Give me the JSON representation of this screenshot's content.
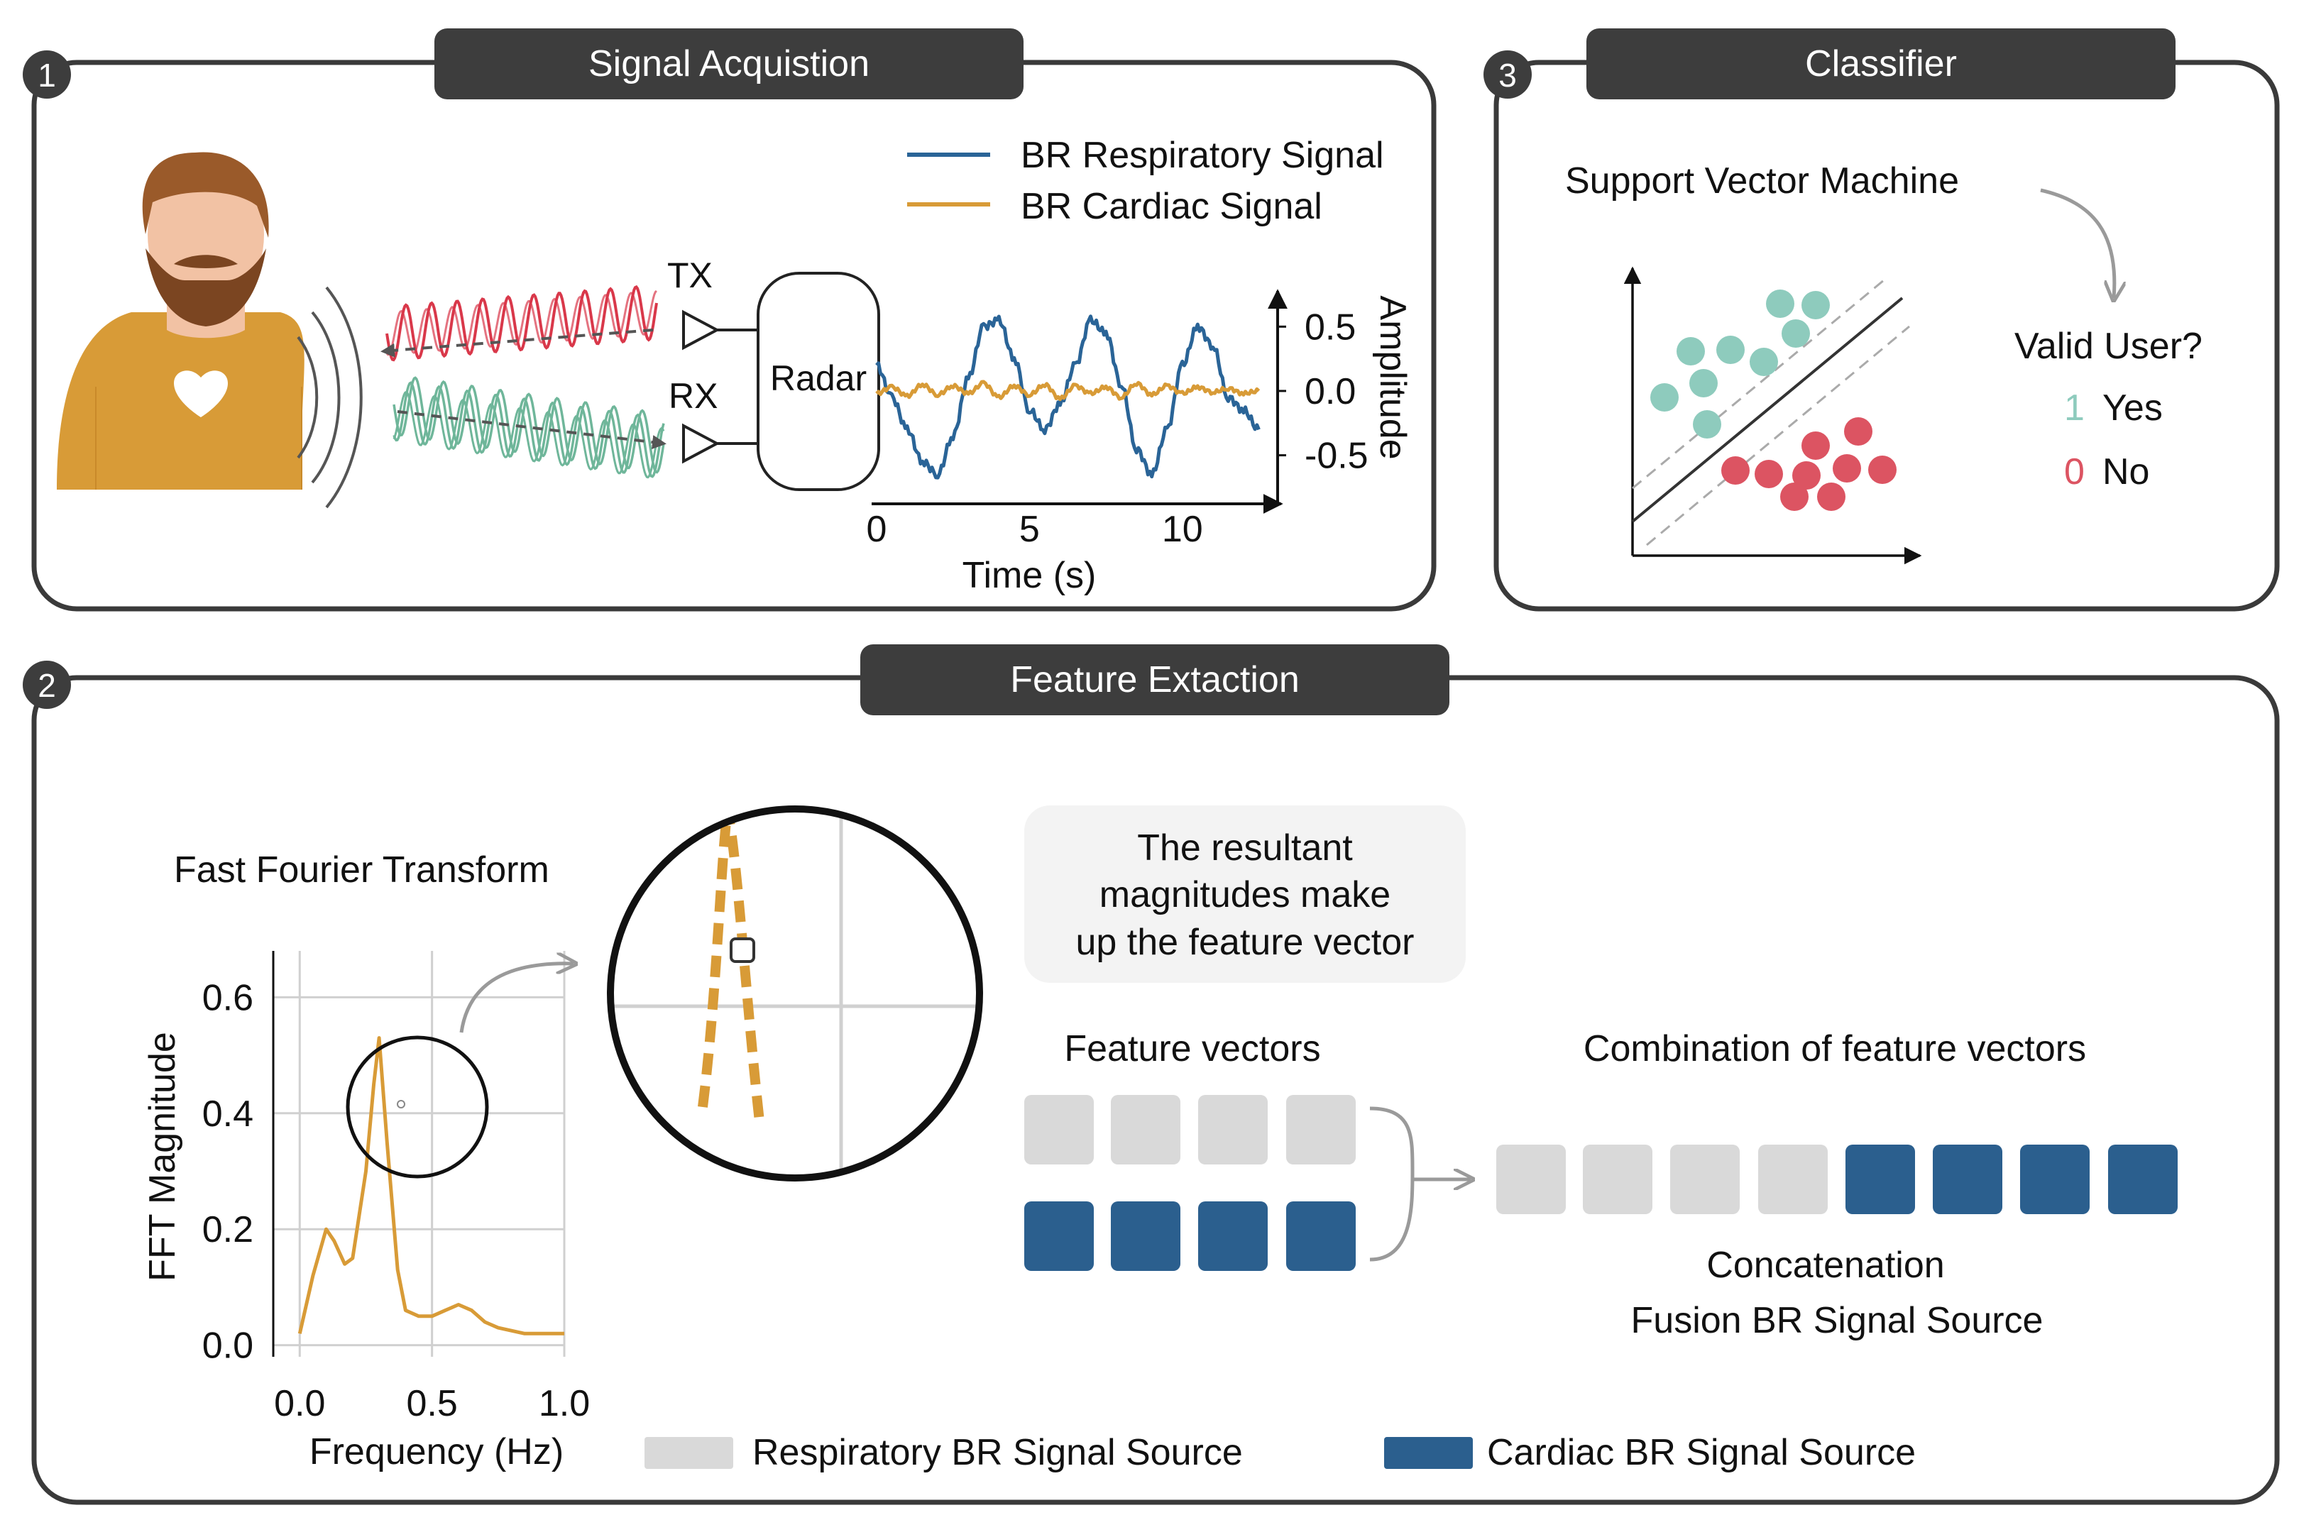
{
  "panels": {
    "acquisition": {
      "number": "1",
      "title": "Signal Acquistion"
    },
    "classifier": {
      "number": "3",
      "title": "Classifier"
    },
    "extraction": {
      "number": "2",
      "title": "Feature Extaction"
    }
  },
  "acquisition": {
    "tx_label": "TX",
    "rx_label": "RX",
    "radar_label": "Radar",
    "legend": {
      "respiratory": "BR Respiratory Signal",
      "cardiac": "BR Cardiac Signal"
    }
  },
  "classifier": {
    "title": "Support Vector Machine",
    "question": "Valid User?",
    "yes_value": "1",
    "yes_label": "Yes",
    "no_value": "0",
    "no_label": "No"
  },
  "extraction": {
    "fft_title": "Fast Fourier Transform",
    "info_line1": "The resultant",
    "info_line2": "magnitudes make",
    "info_line3": "up the feature vector",
    "feature_vectors_label": "Feature vectors",
    "combination_label": "Combination of feature vectors",
    "concat_line1": "Concatenation",
    "concat_line2": "Fusion BR Signal Source",
    "legend_resp": "Respiratory BR Signal Source",
    "legend_card": "Cardiac BR Signal Source"
  },
  "colors": {
    "respiratory": "#2a6497",
    "cardiac": "#d89b37",
    "feature_gray": "#d9d9d9",
    "feature_blue": "#2b5f8e",
    "class_teal": "#8ecbbd",
    "class_red": "#dc5462",
    "header_bg": "#3d3d3d",
    "tx_wave": "#d9384a",
    "rx_wave": "#6fb69a"
  },
  "chart_data": [
    {
      "type": "line",
      "xlabel": "Time (s)",
      "ylabel": "Amplitude",
      "xlim": [
        0,
        13
      ],
      "ylim": [
        -0.85,
        0.75
      ],
      "xticks": [
        0,
        5,
        10
      ],
      "yticks": [
        0.5,
        0.0,
        -0.5
      ],
      "series": [
        {
          "name": "BR Respiratory Signal",
          "x": [
            0,
            0.5,
            1,
            1.5,
            2,
            2.5,
            3,
            3.5,
            4,
            4.5,
            5,
            5.5,
            6,
            6.5,
            7,
            7.5,
            8,
            8.5,
            9,
            9.5,
            10,
            10.5,
            11,
            11.5,
            12,
            12.5
          ],
          "values": [
            0.2,
            -0.05,
            -0.3,
            -0.55,
            -0.65,
            -0.35,
            0.1,
            0.5,
            0.55,
            0.25,
            -0.15,
            -0.3,
            -0.1,
            0.2,
            0.55,
            0.45,
            0.05,
            -0.45,
            -0.65,
            -0.3,
            0.2,
            0.5,
            0.35,
            -0.05,
            -0.15,
            -0.3
          ]
        },
        {
          "name": "BR Cardiac Signal",
          "x": [
            0,
            0.5,
            1,
            1.5,
            2,
            2.5,
            3,
            3.5,
            4,
            4.5,
            5,
            5.5,
            6,
            6.5,
            7,
            7.5,
            8,
            8.5,
            9,
            9.5,
            10,
            10.5,
            11,
            11.5,
            12,
            12.5
          ],
          "values": [
            -0.02,
            0.03,
            -0.04,
            0.05,
            -0.03,
            0.04,
            -0.02,
            0.06,
            -0.05,
            0.04,
            -0.03,
            0.05,
            -0.06,
            0.04,
            -0.02,
            0.03,
            -0.05,
            0.06,
            -0.03,
            0.04,
            -0.02,
            0.03,
            -0.01,
            0.02,
            -0.02,
            0.0
          ]
        }
      ]
    },
    {
      "type": "line",
      "xlabel": "Frequency (Hz)",
      "ylabel": "FFT Magnitude",
      "xlim": [
        -0.1,
        1.0
      ],
      "ylim": [
        -0.02,
        0.68
      ],
      "xticks": [
        0.0,
        0.5,
        1.0
      ],
      "yticks": [
        0.0,
        0.2,
        0.4,
        0.6
      ],
      "xtick_labels": [
        "0.0",
        "0.5",
        "1.0"
      ],
      "ytick_labels": [
        "0.0",
        "0.2",
        "0.4",
        "0.6"
      ],
      "series": [
        {
          "x": [
            0.0,
            0.05,
            0.1,
            0.13,
            0.17,
            0.2,
            0.25,
            0.28,
            0.3,
            0.33,
            0.37,
            0.4,
            0.45,
            0.5,
            0.55,
            0.6,
            0.65,
            0.7,
            0.75,
            0.8,
            0.85,
            0.9,
            0.95,
            1.0
          ],
          "values": [
            0.02,
            0.12,
            0.2,
            0.18,
            0.14,
            0.15,
            0.3,
            0.45,
            0.53,
            0.35,
            0.13,
            0.06,
            0.05,
            0.05,
            0.06,
            0.07,
            0.06,
            0.04,
            0.03,
            0.025,
            0.02,
            0.02,
            0.02,
            0.02
          ]
        }
      ]
    }
  ]
}
